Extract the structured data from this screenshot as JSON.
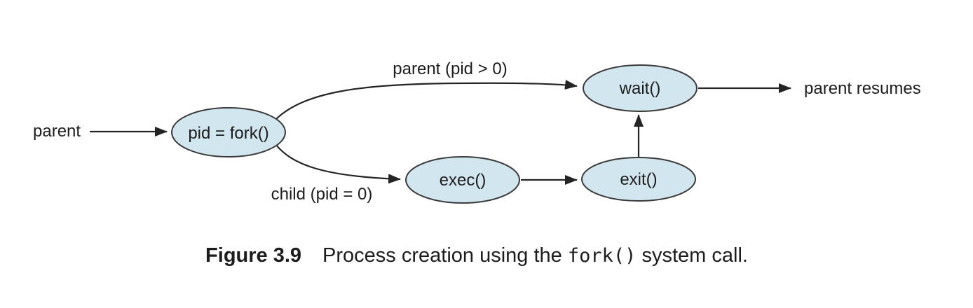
{
  "diagram": {
    "terminals": {
      "start": "parent",
      "end": "parent resumes"
    },
    "nodes": {
      "fork": {
        "label": "pid = fork()"
      },
      "wait": {
        "label": "wait()"
      },
      "exec": {
        "label": "exec()"
      },
      "exit": {
        "label": "exit()"
      }
    },
    "edges": [
      {
        "from": "parent",
        "to": "pid = fork()",
        "label": ""
      },
      {
        "from": "pid = fork()",
        "to": "wait()",
        "label": "parent (pid > 0)"
      },
      {
        "from": "pid = fork()",
        "to": "exec()",
        "label": "child (pid = 0)"
      },
      {
        "from": "exec()",
        "to": "exit()",
        "label": ""
      },
      {
        "from": "exit()",
        "to": "wait()",
        "label": ""
      },
      {
        "from": "wait()",
        "to": "parent resumes",
        "label": ""
      }
    ],
    "colors": {
      "node_fill": "#d2e6f0",
      "node_stroke": "#3a3a3a",
      "line": "#242424",
      "text": "#1d1d1d"
    }
  },
  "caption": {
    "figure_label": "Figure 3.9",
    "text_before_code": "Process creation using the ",
    "code": "fork()",
    "text_after_code": " system call."
  }
}
